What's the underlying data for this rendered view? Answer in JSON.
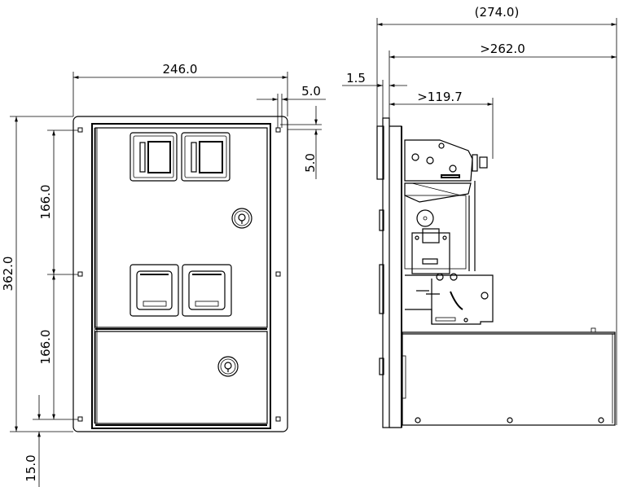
{
  "front_view": {
    "dimensions": {
      "width": "246.0",
      "hole_offset_x": "5.0",
      "hole_offset_y": "5.0",
      "height": "362.0",
      "hole_pitch_upper": "166.0",
      "hole_pitch_lower": "166.0",
      "bottom_margin": "15.0"
    }
  },
  "side_view": {
    "dimensions": {
      "total_depth": "(274.0)",
      "body_depth": ">262.0",
      "plate_thickness": "1.5",
      "mechanism_depth": ">119.7"
    }
  }
}
